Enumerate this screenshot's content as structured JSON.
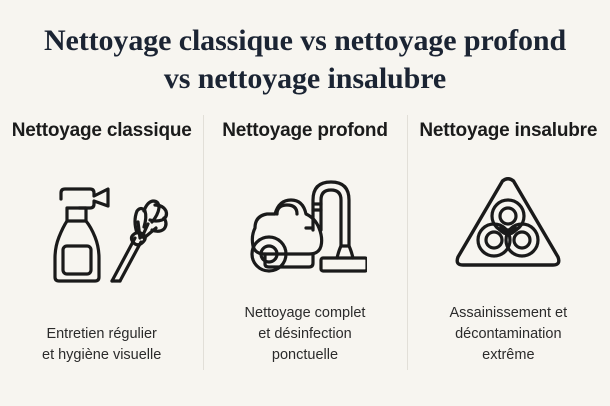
{
  "title": "Nettoyage classique vs nettoyage profond vs nettoyage insalubre",
  "theme": {
    "background": "#f7f5f0",
    "title_color": "#1b2433",
    "heading_color": "#1b1b1b",
    "caption_color": "#2b2b2b",
    "divider_color": "#e2dfd8",
    "icon_stroke": "#1a1a1a"
  },
  "columns": [
    {
      "heading": "Nettoyage classique",
      "icon": "spray-bottle-and-feather-duster-icon",
      "caption": "Entretien régulier\net hygiène visuelle"
    },
    {
      "heading": "Nettoyage profond",
      "icon": "vacuum-cleaner-icon",
      "caption": "Nettoyage complet\net désinfection\nponctuelle"
    },
    {
      "heading": "Nettoyage insalubre",
      "icon": "biohazard-warning-icon",
      "caption": "Assainissement et\ndécontamination\nextrême"
    }
  ]
}
